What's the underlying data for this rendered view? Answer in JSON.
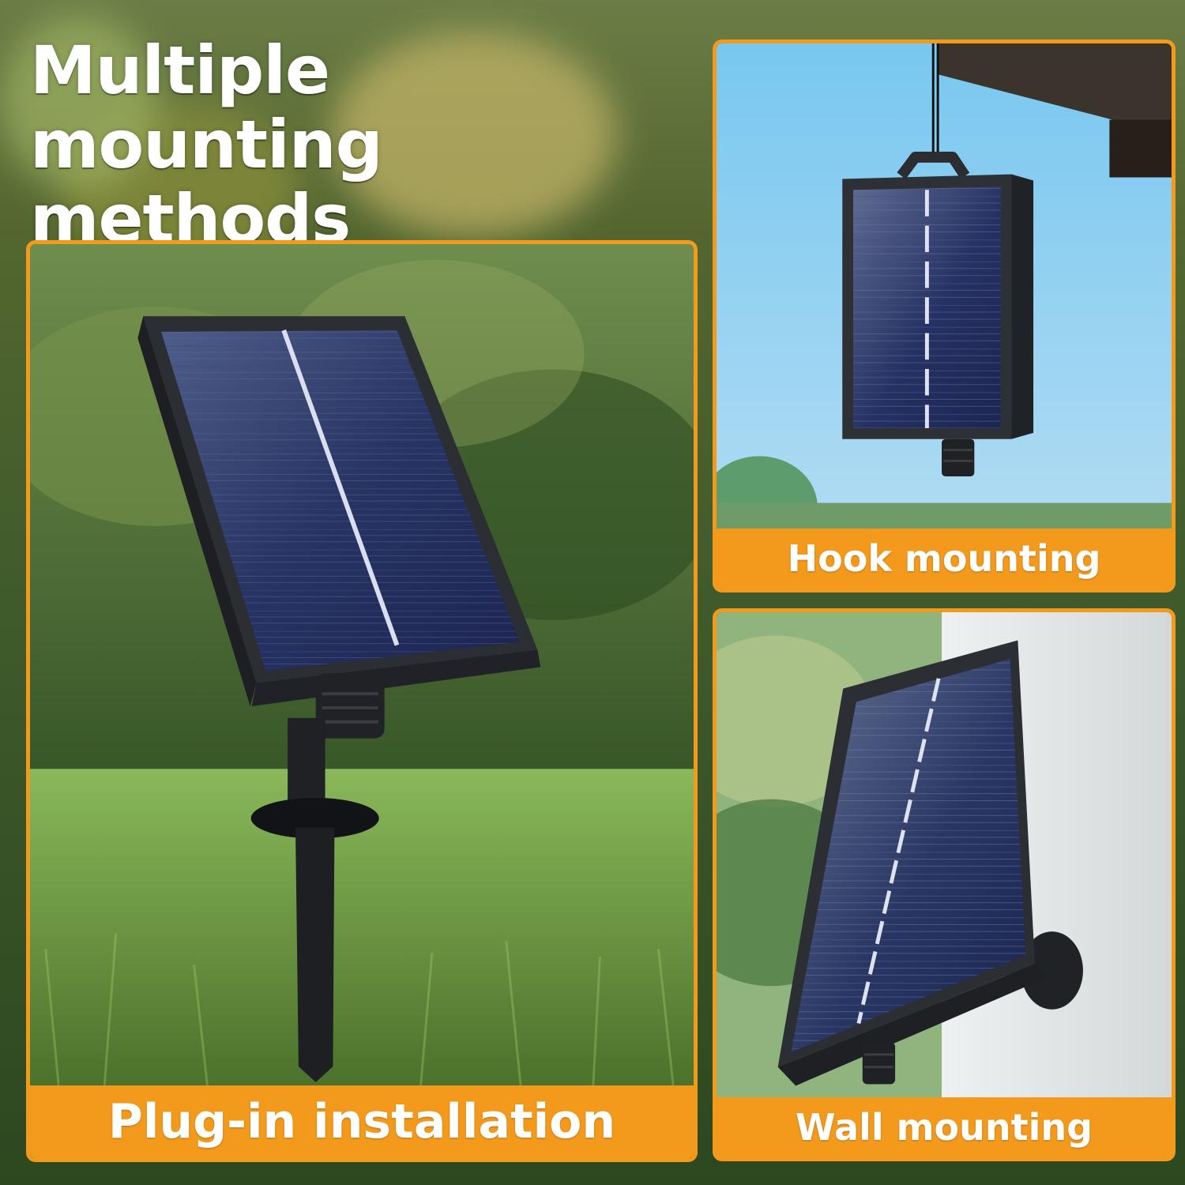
{
  "title": "Multiple mounting methods",
  "panels": {
    "plug_in": {
      "caption": "Plug-in installation"
    },
    "hook": {
      "caption": "Hook mounting"
    },
    "wall": {
      "caption": "Wall mounting"
    }
  },
  "colors": {
    "accent": "#f39a1d",
    "text": "#ffffff",
    "panel_frame": "#2a2c30",
    "solar_cell": "#2f3d72",
    "grass": "#5f8a2f",
    "sky": "#9fd1f1"
  }
}
